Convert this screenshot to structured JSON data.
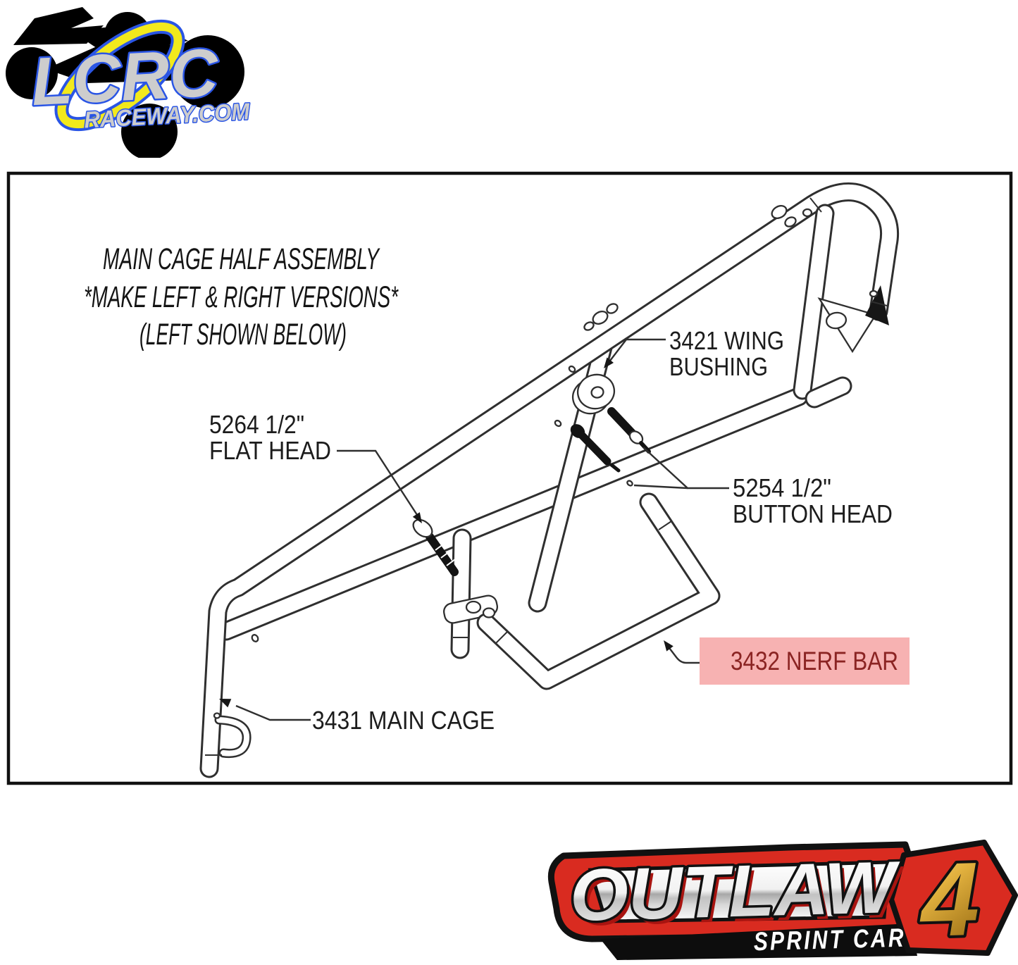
{
  "branding": {
    "lcrc_logo": {
      "wordmark": "LCRC",
      "subtext": "RACEWAY.COM",
      "colors": {
        "blue": "#2a55e5",
        "yellow": "#f2e91c",
        "gray": "#cdcdcd",
        "black": "#000000"
      }
    },
    "outlaw_logo": {
      "title": "OUTLAW",
      "number": "4",
      "subtitle": "SPRINT CAR",
      "colors": {
        "red": "#d92b20",
        "gold": "#e0b23f",
        "black": "#111111",
        "white": "#ffffff"
      }
    }
  },
  "diagram": {
    "title_lines": [
      "MAIN CAGE HALF ASSEMBLY",
      "*MAKE LEFT & RIGHT VERSIONS*",
      "(LEFT SHOWN BELOW)"
    ],
    "labels": {
      "wing_bushing": {
        "lines": [
          "3421 WING",
          "BUSHING"
        ]
      },
      "flat_head": {
        "lines": [
          "5264 1/2\"",
          "FLAT HEAD"
        ]
      },
      "button_head": {
        "lines": [
          "5254 1/2\"",
          "BUTTON HEAD"
        ]
      },
      "nerf_bar": {
        "text": "3432 NERF BAR",
        "highlighted": true,
        "highlight_color": "#f7b2b2",
        "text_color": "#8b2423"
      },
      "main_cage": {
        "text": "3431 MAIN CAGE"
      }
    }
  }
}
